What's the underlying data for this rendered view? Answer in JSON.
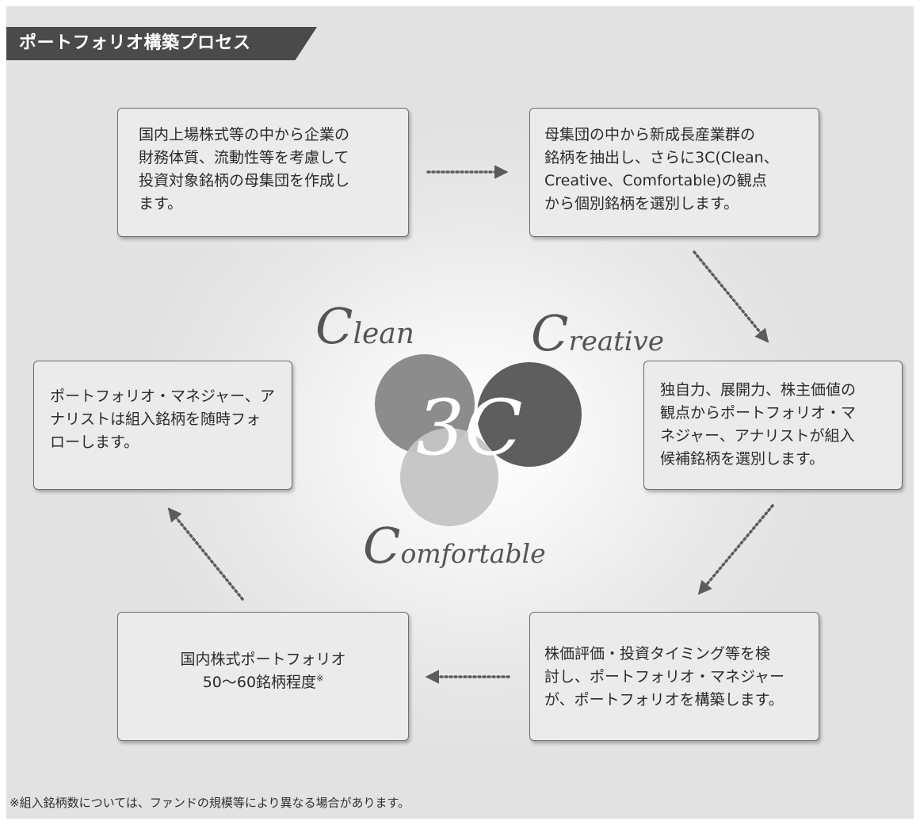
{
  "header": {
    "title": "ポートフォリオ構築プロセス"
  },
  "steps": [
    {
      "text": "国内上場株式等の中から企業の\n財務体質、流動性等を考慮して\n投資対象銘柄の母集団を作成し\nます。"
    },
    {
      "text": "母集団の中から新成長産業群の\n銘柄を抽出し、さらに3C(Clean、\nCreative、Comfortable)の観点\nから個別銘柄を選別します。"
    },
    {
      "text": "独自力、展開力、株主価値の\n観点からポートフォリオ・マ\nネジャー、アナリストが組入\n候補銘柄を選別します。"
    },
    {
      "text": "株価評価・投資タイミング等を検\n討し、ポートフォリオ・マネジャー\nが、ポートフォリオを構築します。"
    },
    {
      "line1": "国内株式ポートフォリオ",
      "line2": "50〜60銘柄程度",
      "note_mark": "※"
    },
    {
      "text": "ポートフォリオ・マネジャー、ア\nナリストは組入銘柄を随時フォ\nローします。"
    }
  ],
  "logo": {
    "center": "3C",
    "labels": {
      "clean": "Clean",
      "creative": "Creative",
      "comfortable": "Comfortable"
    },
    "colors": {
      "clean": "#8c8c8c",
      "creative": "#5e5e5e",
      "comfortable": "#c4c4c4"
    }
  },
  "footnote": "※組入銘柄数については、ファンドの規模等により異なる場合があります。"
}
